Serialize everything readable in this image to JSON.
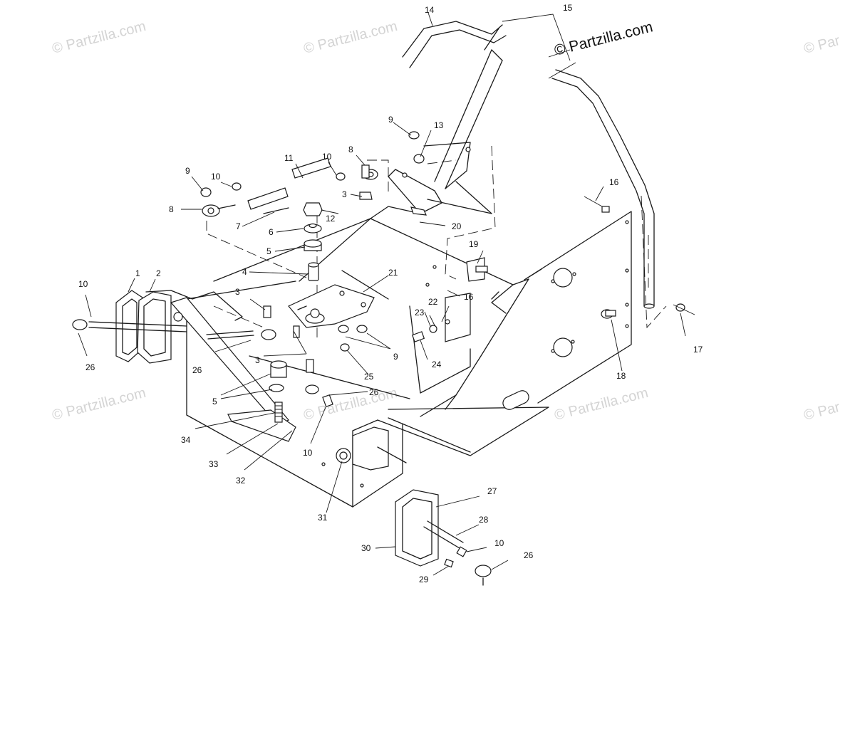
{
  "watermark": {
    "main": "© Partzilla.com",
    "faded": "© Partzilla.com",
    "faded_partial": "© Par"
  },
  "callouts": [
    "1",
    "2",
    "3",
    "3",
    "3",
    "3",
    "4",
    "5",
    "5",
    "5",
    "6",
    "7",
    "8",
    "8",
    "9",
    "9",
    "9",
    "10",
    "10",
    "10",
    "10",
    "10",
    "11",
    "12",
    "13",
    "14",
    "15",
    "16",
    "16",
    "17",
    "18",
    "19",
    "20",
    "21",
    "22",
    "23",
    "24",
    "25",
    "26",
    "26",
    "26",
    "26",
    "27",
    "28",
    "29",
    "30",
    "31",
    "32",
    "33",
    "34"
  ]
}
